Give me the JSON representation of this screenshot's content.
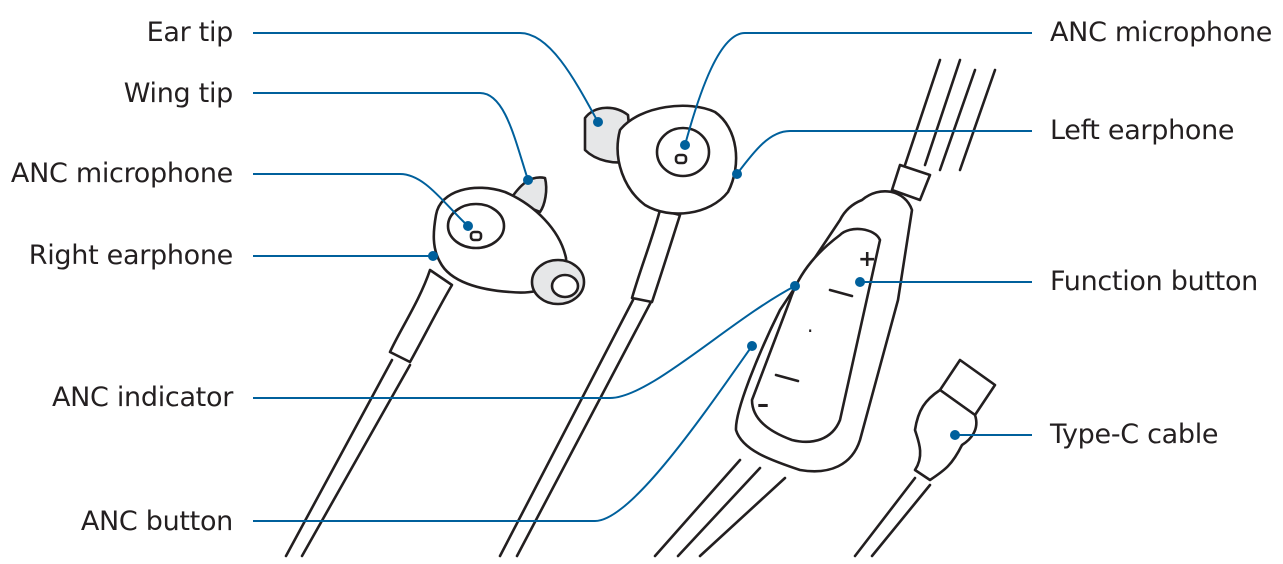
{
  "labels": {
    "ear_tip": "Ear tip",
    "wing_tip": "Wing tip",
    "anc_microphone_right": "ANC microphone",
    "right_earphone": "Right earphone",
    "anc_indicator": "ANC indicator",
    "anc_button": "ANC button",
    "anc_microphone_left": "ANC microphone",
    "left_earphone": "Left earphone",
    "function_button": "Function button",
    "type_c_cable": "Type-C cable"
  },
  "remote_symbols": {
    "plus": "+",
    "minus": "–",
    "dot": "·"
  },
  "colors": {
    "callout": "#00609c",
    "ink": "#231f20",
    "fill": "#e6e7e8"
  }
}
